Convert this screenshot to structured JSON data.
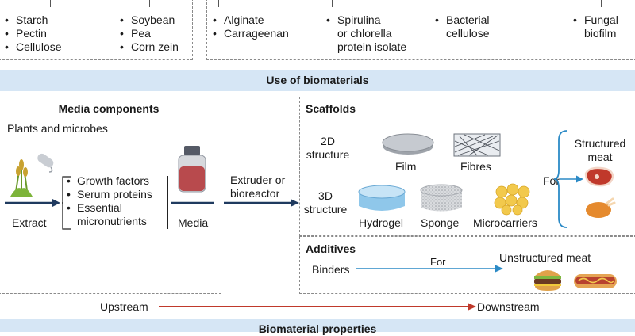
{
  "sources": {
    "col_a": [
      "Starch",
      "Pectin",
      "Cellulose"
    ],
    "col_b": [
      "Soybean",
      "Pea",
      "Corn zein"
    ],
    "col_c": [
      "Alginate",
      "Carrageenan"
    ],
    "col_d": "Spirulina\nor chlorella\nprotein isolate",
    "col_e": "Bacterial\ncellulose",
    "col_f": "Fungal\nbiofilm"
  },
  "use_band": "Use of biomaterials",
  "media": {
    "title": "Media components",
    "subtitle": "Plants and microbes",
    "components": [
      "Growth factors",
      "Serum proteins",
      "Essential\nmicronutrients"
    ],
    "extract": "Extract",
    "media_label": "Media"
  },
  "extruder": "Extruder or\nbioreactor",
  "scaffolds": {
    "title": "Scaffolds",
    "d2": "2D\nstructure",
    "d3": "3D\nstructure",
    "film": "Film",
    "fibres": "Fibres",
    "hydrogel": "Hydrogel",
    "sponge": "Sponge",
    "microcarriers": "Microcarriers",
    "for": "For",
    "structured": "Structured\nmeat"
  },
  "additives": {
    "title": "Additives",
    "binders": "Binders",
    "for": "For",
    "unstructured": "Unstructured meat"
  },
  "flow": {
    "upstream": "Upstream",
    "downstream": "Downstream"
  },
  "bottom_band": "Biomaterial properties",
  "colors": {
    "band": "#d6e6f5",
    "arrow_dark": "#1f3a5f",
    "arrow_blue": "#2b8ac6",
    "arrow_red": "#c0392b"
  }
}
